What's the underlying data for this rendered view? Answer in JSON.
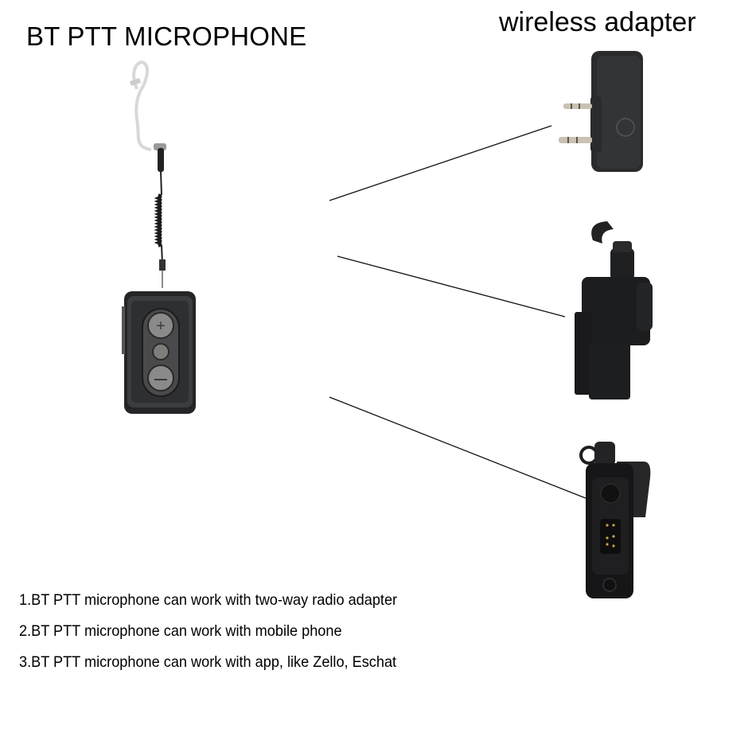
{
  "header": {
    "title": "BT PTT MICROPHONE",
    "adapter_title": "wireless adapter"
  },
  "products": {
    "microphone": {
      "name": "bt-ptt-microphone",
      "buttons": [
        "+",
        "",
        "−"
      ]
    },
    "adapters": [
      {
        "name": "wireless-adapter-two-pin"
      },
      {
        "name": "radio-adapter-multi-pin-connector"
      },
      {
        "name": "radio-adapter-side-connector"
      }
    ]
  },
  "features": [
    "1.BT PTT microphone can work with two-way radio adapter",
    "2.BT PTT microphone can work with mobile phone",
    "3.BT PTT microphone can work with app, like Zello, Eschat"
  ],
  "colors": {
    "background": "#ffffff",
    "text": "#000000",
    "device_dark": "#2b2c2e",
    "device_button": "#8a8a88"
  }
}
